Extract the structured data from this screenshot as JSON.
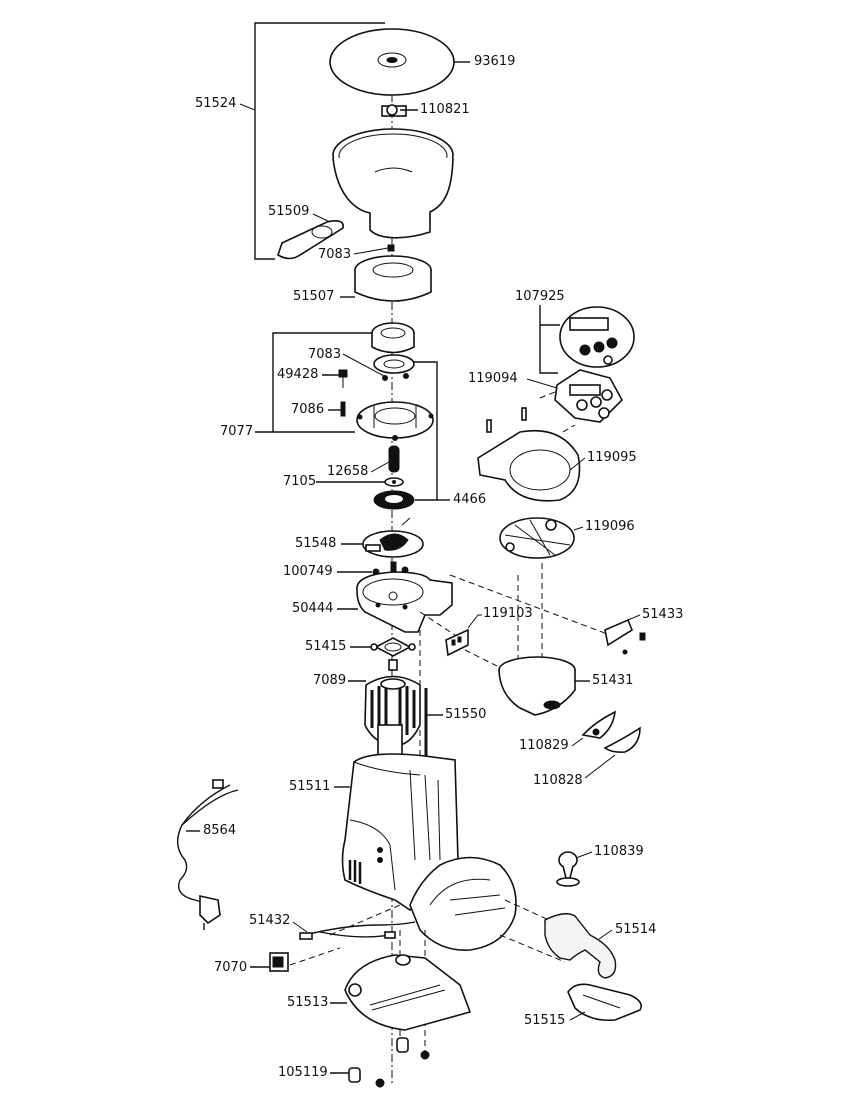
{
  "diagram": {
    "title": "Coffee grinder exploded parts diagram",
    "parts": [
      {
        "id": "93619",
        "label": "93619",
        "name": "hopper-lid"
      },
      {
        "id": "110821",
        "label": "110821",
        "name": "hopper-shutter"
      },
      {
        "id": "51524",
        "label": "51524",
        "name": "hopper-assembly"
      },
      {
        "id": "51509",
        "label": "51509",
        "name": "hopper-slide-gate"
      },
      {
        "id": "7083a",
        "label": "7083",
        "name": "screw-hopper"
      },
      {
        "id": "51507",
        "label": "51507",
        "name": "hopper-collar"
      },
      {
        "id": "7083b",
        "label": "7083",
        "name": "screw-burr-carrier"
      },
      {
        "id": "49428",
        "label": "49428",
        "name": "adjustment-lock"
      },
      {
        "id": "7086",
        "label": "7086",
        "name": "pin"
      },
      {
        "id": "7077",
        "label": "7077",
        "name": "burr-carrier-assembly"
      },
      {
        "id": "12658",
        "label": "12658",
        "name": "spring"
      },
      {
        "id": "7105",
        "label": "7105",
        "name": "washer"
      },
      {
        "id": "4466",
        "label": "4466",
        "name": "burr-set"
      },
      {
        "id": "107925",
        "label": "107925",
        "name": "control-panel-assembly"
      },
      {
        "id": "119094",
        "label": "119094",
        "name": "electronic-board"
      },
      {
        "id": "119095",
        "label": "119095",
        "name": "display-housing"
      },
      {
        "id": "119096",
        "label": "119096",
        "name": "housing-bottom-cover"
      },
      {
        "id": "51548",
        "label": "51548",
        "name": "grinding-disc-holder"
      },
      {
        "id": "100749",
        "label": "100749",
        "name": "screw-grinding-chamber"
      },
      {
        "id": "50444",
        "label": "50444",
        "name": "grinding-chamber"
      },
      {
        "id": "119103",
        "label": "119103",
        "name": "sensor-bracket"
      },
      {
        "id": "51433",
        "label": "51433",
        "name": "bracket-clip"
      },
      {
        "id": "51415",
        "label": "51415",
        "name": "motor-gasket"
      },
      {
        "id": "51431",
        "label": "51431",
        "name": "doser-cup"
      },
      {
        "id": "7089",
        "label": "7089",
        "name": "motor"
      },
      {
        "id": "51550",
        "label": "51550",
        "name": "tie-rod"
      },
      {
        "id": "110829",
        "label": "110829",
        "name": "spout-insert"
      },
      {
        "id": "110828",
        "label": "110828",
        "name": "spout-cover"
      },
      {
        "id": "51511",
        "label": "51511",
        "name": "body-housing"
      },
      {
        "id": "8564",
        "label": "8564",
        "name": "power-cord"
      },
      {
        "id": "110839",
        "label": "110839",
        "name": "tamper"
      },
      {
        "id": "51432",
        "label": "51432",
        "name": "wiring-harness"
      },
      {
        "id": "51514",
        "label": "51514",
        "name": "portafilter-fork"
      },
      {
        "id": "7070",
        "label": "7070",
        "name": "power-switch"
      },
      {
        "id": "51513",
        "label": "51513",
        "name": "base-plate"
      },
      {
        "id": "51515",
        "label": "51515",
        "name": "drip-tray"
      },
      {
        "id": "105119",
        "label": "105119",
        "name": "rubber-foot"
      }
    ]
  }
}
